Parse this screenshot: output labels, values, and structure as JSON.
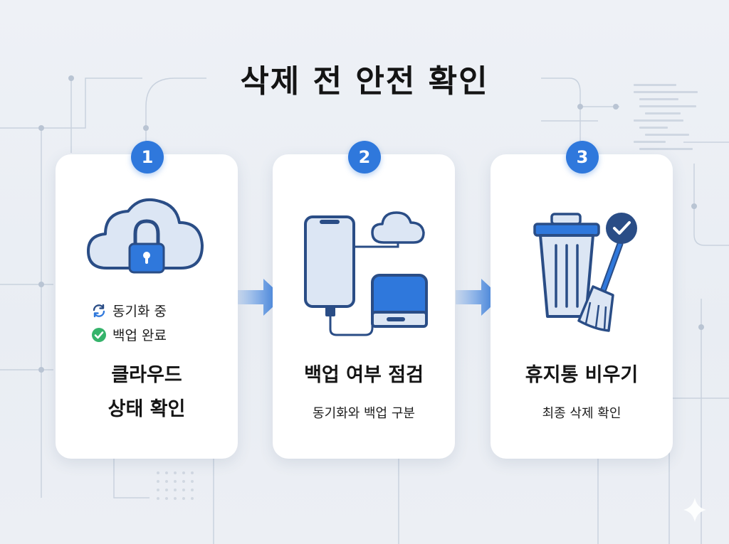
{
  "title": "삭제 전 안전 확인",
  "accent_color": "#2f78dc",
  "steps": [
    {
      "number": "1",
      "icon": "cloud-lock-icon",
      "status": [
        {
          "icon": "sync-icon",
          "label": "동기화 중"
        },
        {
          "icon": "check-circle-icon",
          "label": "백업 완료"
        }
      ],
      "title_lines": [
        "클라우드",
        "상태 확인"
      ]
    },
    {
      "number": "2",
      "icon": "phone-cloud-drive-icon",
      "title_lines": [
        "백업 여부 점검"
      ],
      "subtitle": "동기화와 백업 구분"
    },
    {
      "number": "3",
      "icon": "trash-broom-check-icon",
      "title_lines": [
        "휴지통 비우기"
      ],
      "subtitle": "최종 삭제 확인"
    }
  ]
}
